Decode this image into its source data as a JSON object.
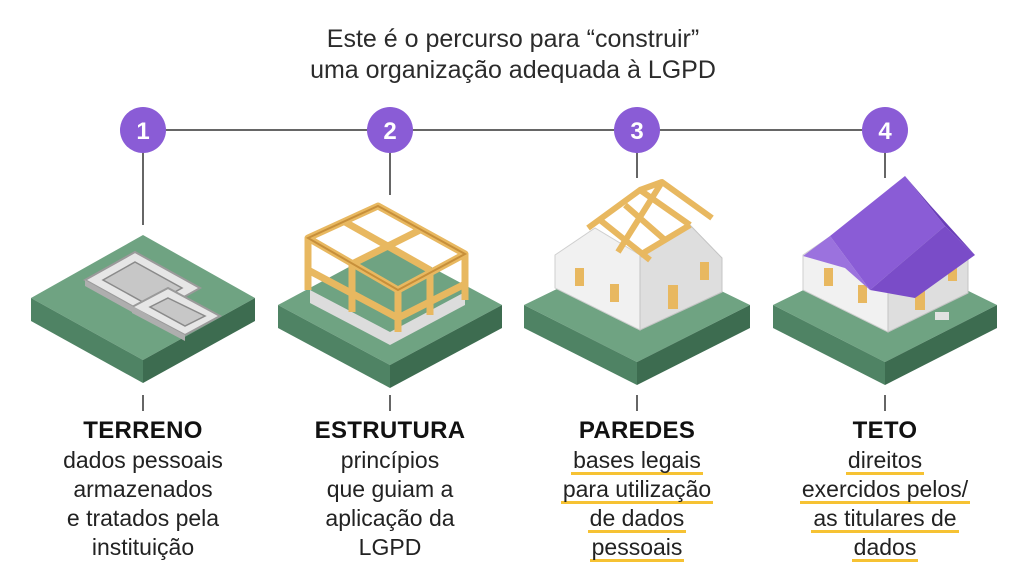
{
  "title_lines": [
    "Este é o percurso para “construir”",
    "uma organização adequada à LGPD"
  ],
  "colors": {
    "accent_purple": "#8a5cd6",
    "ground_green": "#6fa382",
    "ground_green_dark": "#4f8364",
    "highlight_yellow": "#f6c233",
    "timber": "#e8b860"
  },
  "steps": [
    {
      "number": "1",
      "title": "TERRENO",
      "desc": [
        "dados pessoais",
        "armazenados",
        "e tratados pela",
        "instituição"
      ],
      "highlighted": false,
      "icon": "foundation-icon"
    },
    {
      "number": "2",
      "title": "ESTRUTURA",
      "desc": [
        "princípios",
        "que guiam a",
        "aplicação da",
        "LGPD"
      ],
      "highlighted": false,
      "icon": "frame-structure-icon"
    },
    {
      "number": "3",
      "title": "PAREDES",
      "desc": [
        "bases legais",
        "para utilização",
        "de dados",
        "pessoais"
      ],
      "highlighted": true,
      "icon": "walls-icon"
    },
    {
      "number": "4",
      "title": "TETO",
      "desc": [
        "direitos",
        "exercidos pelos/",
        "as titulares de",
        "dados"
      ],
      "highlighted": true,
      "icon": "roof-house-icon"
    }
  ]
}
